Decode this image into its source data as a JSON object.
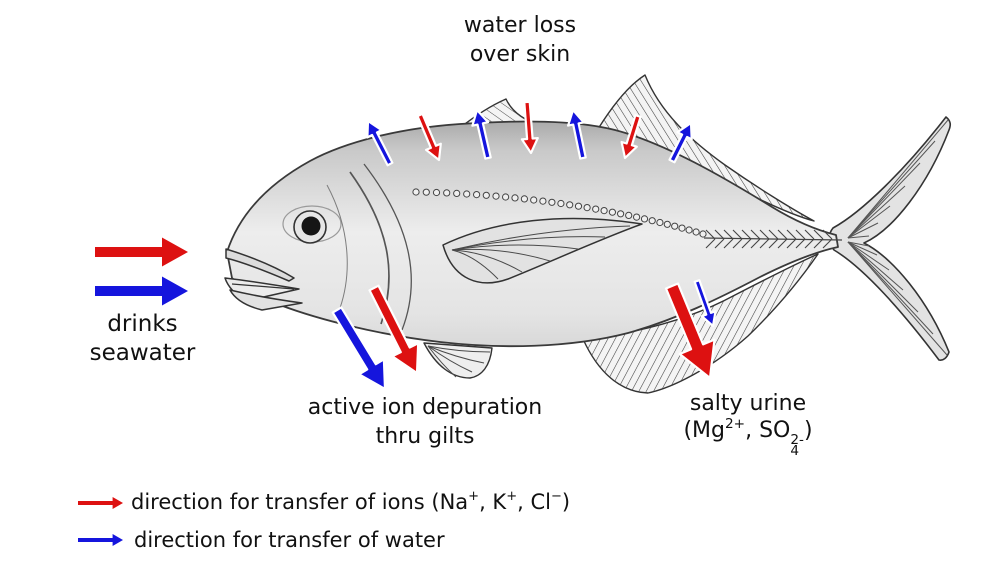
{
  "colors": {
    "ion_red": "#dd1111",
    "water_blue": "#1515dd",
    "ink": "#111111"
  },
  "labels": {
    "water_loss": {
      "line1": "water loss",
      "line2": "over skin"
    },
    "drinks": {
      "line1": "drinks",
      "line2": "seawater"
    },
    "gills": {
      "line1": "active ion depuration",
      "line2": "thru gilts"
    },
    "urine": {
      "line1": "salty urine",
      "open": "(Mg",
      "mg_sup": "2+",
      "mid": ", SO",
      "so_sup": "2-",
      "so_sub": "4",
      "close": ")"
    }
  },
  "legend": {
    "ions": {
      "pre": "direction for transfer of ions (Na",
      "na_sup": "+",
      "mid1": ", K",
      "k_sup": "+",
      "mid2": ", Cl",
      "cl_sup": "−",
      "close": ")"
    },
    "water": "direction for transfer of water"
  },
  "arrows": [
    {
      "name": "skin-water-arrow-1",
      "kind": "water",
      "from": [
        390,
        164
      ],
      "to": [
        368,
        121
      ],
      "width": 5.5,
      "outline": true
    },
    {
      "name": "skin-ion-arrow-1",
      "kind": "ion",
      "from": [
        420,
        115
      ],
      "to": [
        439,
        160
      ],
      "width": 5.5,
      "outline": true
    },
    {
      "name": "skin-water-arrow-2",
      "kind": "water",
      "from": [
        488,
        158
      ],
      "to": [
        477,
        110
      ],
      "width": 5.5,
      "outline": true
    },
    {
      "name": "skin-ion-arrow-2",
      "kind": "ion",
      "from": [
        527,
        102
      ],
      "to": [
        531,
        153
      ],
      "width": 5.5,
      "outline": true
    },
    {
      "name": "skin-water-arrow-3",
      "kind": "water",
      "from": [
        583,
        158
      ],
      "to": [
        573,
        110
      ],
      "width": 5.5,
      "outline": true
    },
    {
      "name": "skin-ion-arrow-3",
      "kind": "ion",
      "from": [
        638,
        116
      ],
      "to": [
        625,
        158
      ],
      "width": 5.5,
      "outline": true
    },
    {
      "name": "skin-water-arrow-4",
      "kind": "water",
      "from": [
        672,
        161
      ],
      "to": [
        691,
        123
      ],
      "width": 5.5,
      "outline": true
    },
    {
      "name": "gill-water-arrow",
      "kind": "water",
      "from": [
        337,
        310
      ],
      "to": [
        385,
        389
      ],
      "width": 10,
      "outline": true
    },
    {
      "name": "gill-ion-arrow",
      "kind": "ion",
      "from": [
        374,
        288
      ],
      "to": [
        417,
        373
      ],
      "width": 10,
      "outline": true
    },
    {
      "name": "urine-ion-arrow",
      "kind": "ion",
      "from": [
        672,
        286
      ],
      "to": [
        710,
        378
      ],
      "width": 13,
      "outline": true
    },
    {
      "name": "urine-water-arrow",
      "kind": "water",
      "from": [
        697,
        281
      ],
      "to": [
        713,
        326
      ],
      "width": 5,
      "outline": true
    },
    {
      "name": "drinks-ion-arrow",
      "kind": "ion",
      "from": [
        95,
        252
      ],
      "to": [
        188,
        252
      ],
      "width": 10,
      "outline": false
    },
    {
      "name": "drinks-water-arrow",
      "kind": "water",
      "from": [
        95,
        291
      ],
      "to": [
        188,
        291
      ],
      "width": 10,
      "outline": false
    },
    {
      "name": "legend-ion-arrow",
      "kind": "ion",
      "from": [
        78,
        503
      ],
      "to": [
        123,
        503
      ],
      "width": 4,
      "outline": false
    },
    {
      "name": "legend-water-arrow",
      "kind": "water",
      "from": [
        78,
        540
      ],
      "to": [
        123,
        540
      ],
      "width": 4,
      "outline": false
    }
  ]
}
